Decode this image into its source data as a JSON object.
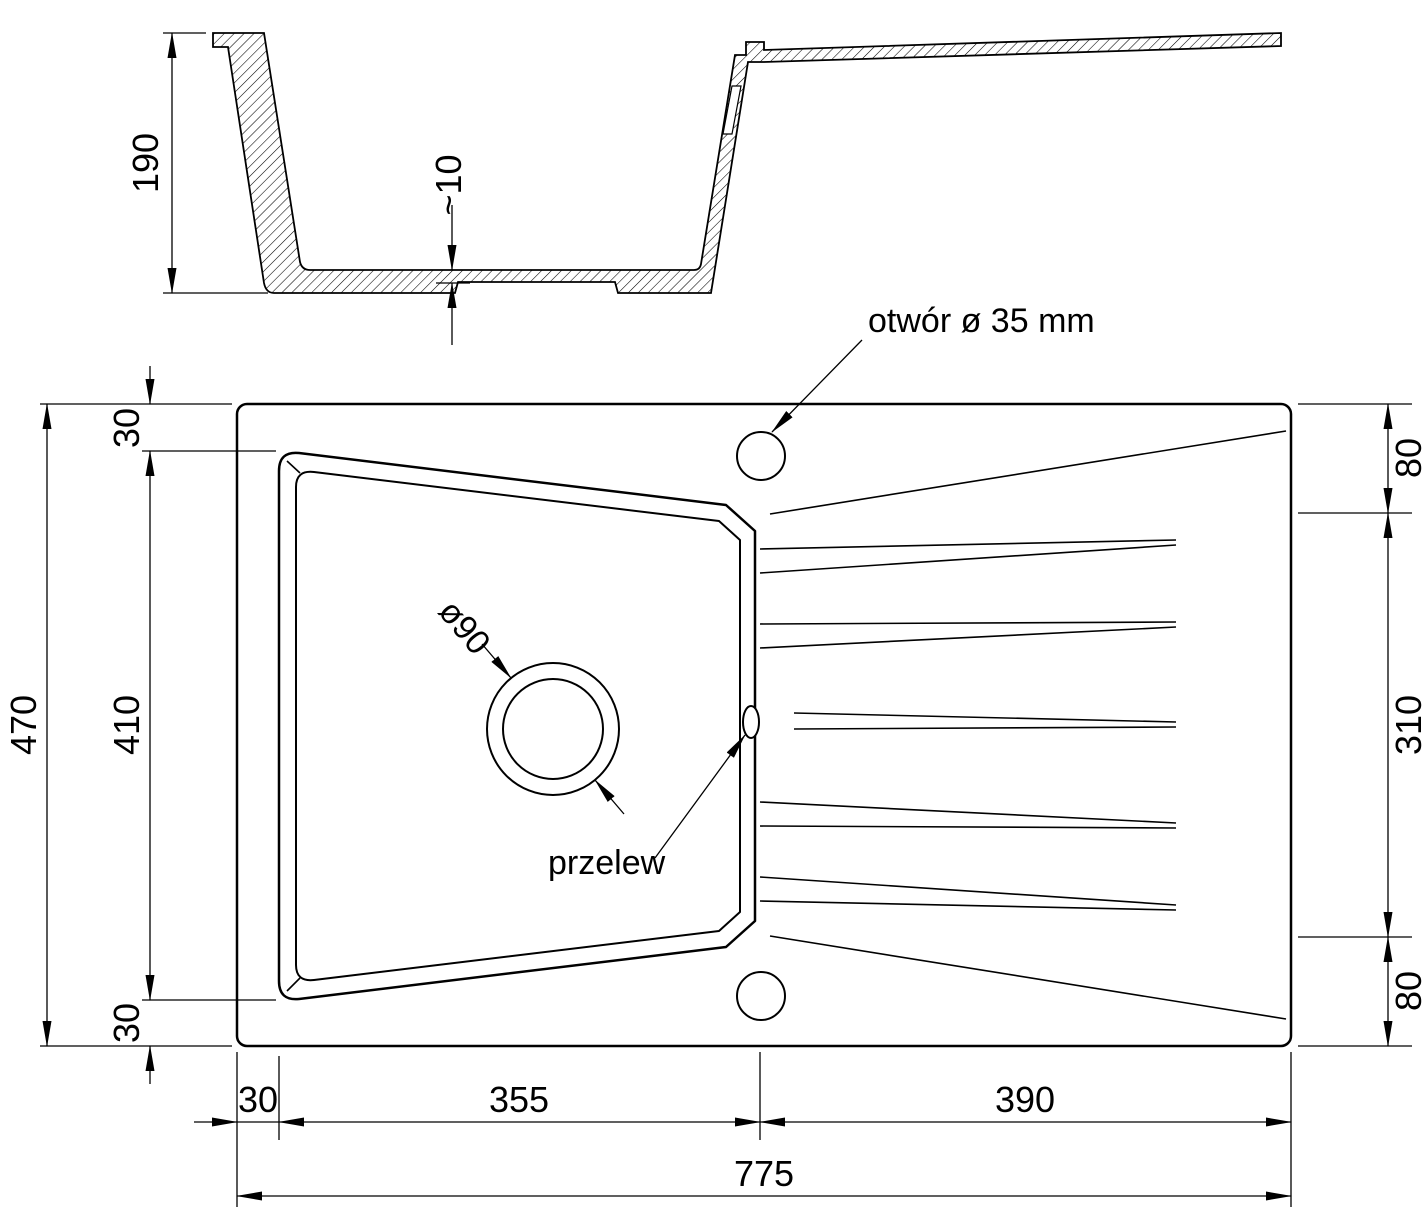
{
  "colors": {
    "line": "#000000",
    "background": "#ffffff"
  },
  "section_view": {
    "depth_label": "190",
    "bottom_thickness_label": "~10"
  },
  "plan_view": {
    "tap_hole_label": "otwór ø 35 mm",
    "drain_label": "ø90",
    "overflow_label": "przelew"
  },
  "dimensions": {
    "overall_height": "470",
    "basin_height": "410",
    "margin_top": "30",
    "margin_bottom": "30",
    "drainer_offset_top": "80",
    "drainer_length": "310",
    "drainer_offset_bottom": "80",
    "margin_left": "30",
    "basin_width": "355",
    "drainer_width": "390",
    "overall_width": "775"
  }
}
